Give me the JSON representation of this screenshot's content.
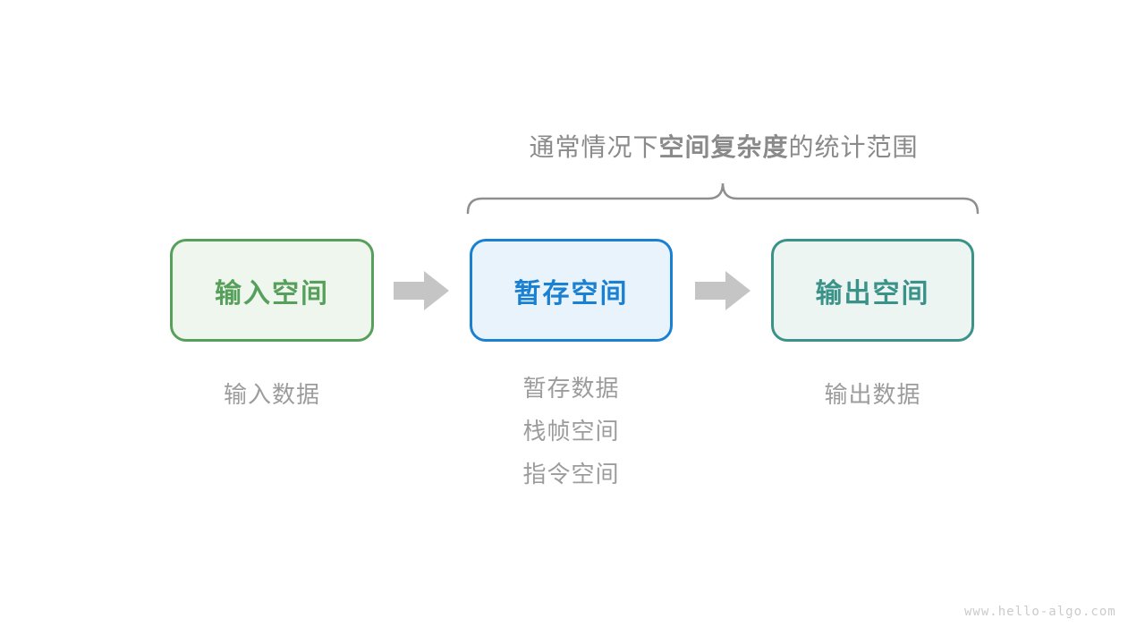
{
  "page": {
    "background_color": "#ffffff",
    "watermark": "www.hello-algo.com",
    "watermark_color": "#cbcbcb"
  },
  "title": {
    "prefix": "通常情况下",
    "highlight": "空间复杂度",
    "suffix": "的统计范围",
    "color": "#8a8a8a"
  },
  "brace": {
    "color": "#8f8f8f",
    "spans_columns": [
      "暂存空间",
      "输出空间"
    ]
  },
  "arrow": {
    "color": "#c5c5c5",
    "direction": "right"
  },
  "columns": [
    {
      "box_label": "输入空间",
      "accent_color": "#57a05c",
      "fill_color": "#eef6ed",
      "notes": [
        "输入数据"
      ]
    },
    {
      "box_label": "暂存空间",
      "accent_color": "#1a80d2",
      "fill_color": "#e8f3fc",
      "notes": [
        "暂存数据",
        "栈帧空间",
        "指令空间"
      ]
    },
    {
      "box_label": "输出空间",
      "accent_color": "#3a9289",
      "fill_color": "#ecf5f2",
      "notes": [
        "输出数据"
      ]
    }
  ]
}
